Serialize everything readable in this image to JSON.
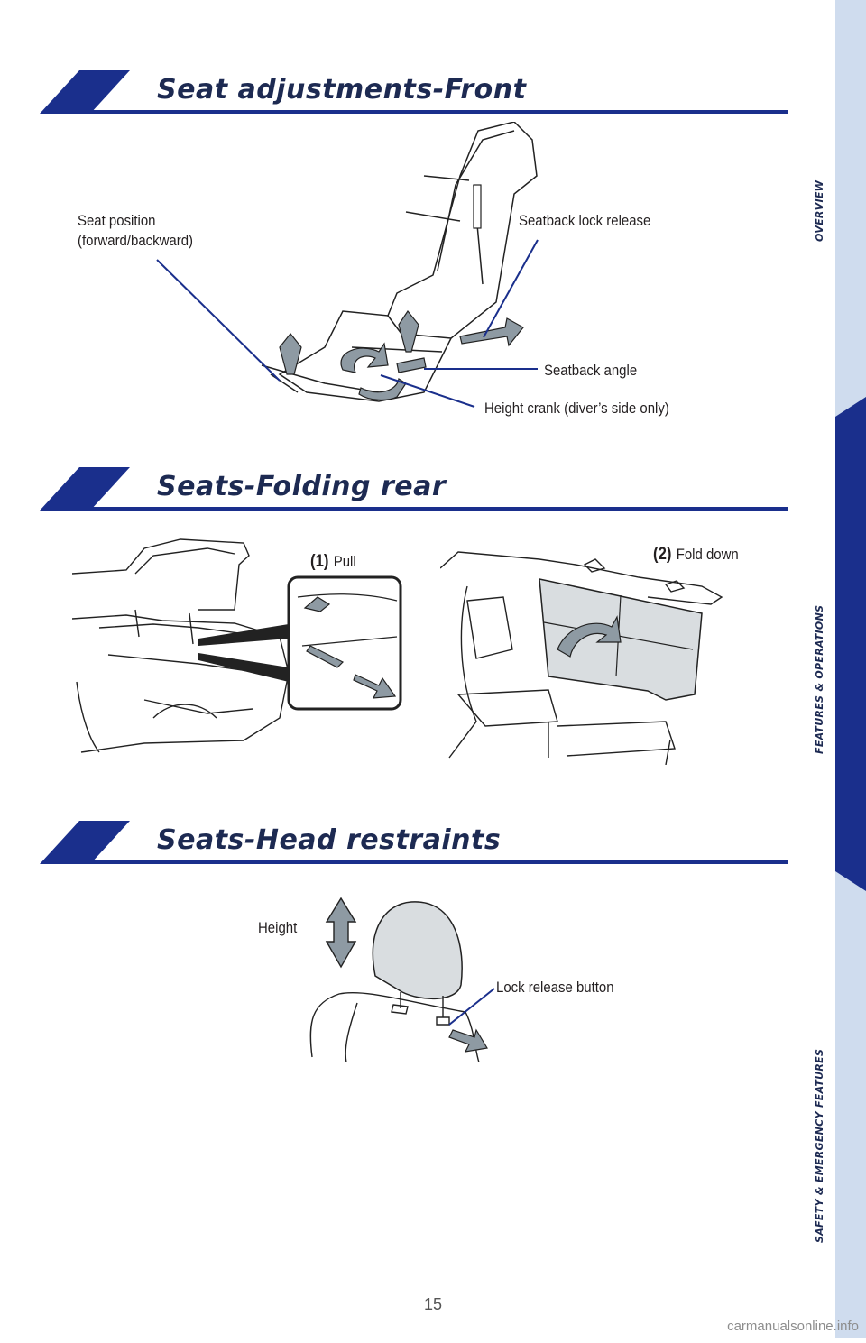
{
  "sections": {
    "front": {
      "title": "Seat adjustments-Front",
      "labels": {
        "seat_position_1": "Seat position",
        "seat_position_2": "(forward/backward)",
        "seatback_lock": "Seatback lock release",
        "seatback_angle": "Seatback angle",
        "height_crank": "Height crank (diver’s side only)"
      }
    },
    "folding": {
      "title": "Seats-Folding rear",
      "step1_num": "(1)",
      "step1_text": "Pull",
      "step2_num": "(2)",
      "step2_text": "Fold down"
    },
    "head": {
      "title": "Seats-Head restraints",
      "labels": {
        "height": "Height",
        "lock_release": "Lock release button"
      }
    }
  },
  "sidebar": {
    "tabs": [
      "OVERVIEW",
      "FEATURES & OPERATIONS",
      "SAFETY & EMERGENCY FEATURES"
    ],
    "active_index": 1
  },
  "page_number": "15",
  "watermark": "carmanualsonline.info",
  "colors": {
    "title_bar": "#1a2f8c",
    "title_text": "#1d2a52",
    "sidebar_bg": "#cfdcee",
    "sidebar_active": "#1a2f8c"
  }
}
